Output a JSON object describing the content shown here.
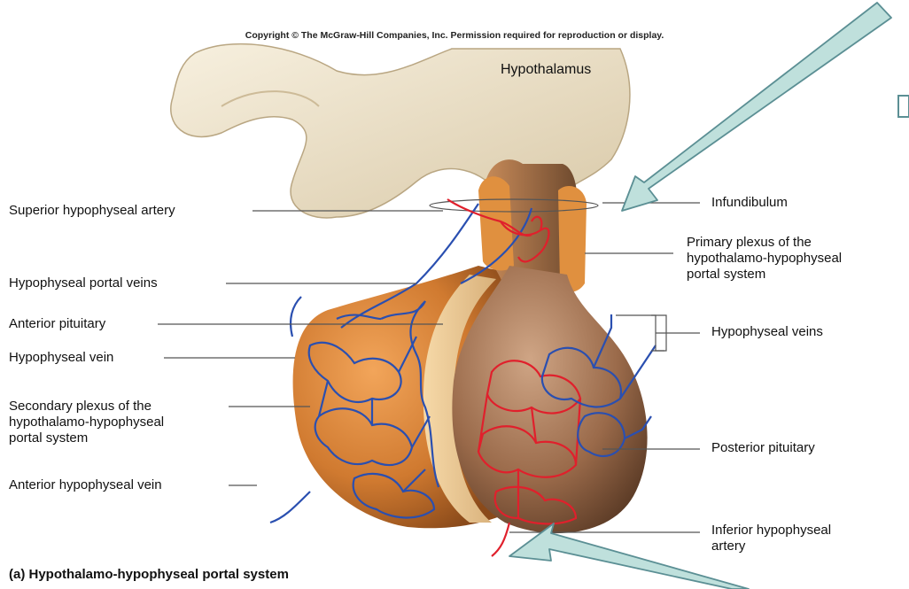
{
  "copyright": "Copyright © The McGraw-Hill Companies, Inc. Permission required for reproduction or display.",
  "caption": "(a) Hypothalamo-hypophyseal portal system",
  "labels": {
    "hypothalamus": "Hypothalamus",
    "infundibulum": "Infundibulum",
    "primary_plexus": "Primary plexus of the\nhypothalamo-hypophyseal\nportal system",
    "hypophyseal_veins": "Hypophyseal veins",
    "posterior_pituitary": "Posterior pituitary",
    "inferior_artery": "Inferior hypophyseal\nartery",
    "superior_artery": "Superior hypophyseal artery",
    "portal_veins": "Hypophyseal portal veins",
    "anterior_pituitary": "Anterior pituitary",
    "hypophyseal_vein": "Hypophyseal vein",
    "secondary_plexus": "Secondary plexus of the\nhypothalamo-hypophyseal\nportal system",
    "anterior_vein": "Anterior hypophyseal vein"
  },
  "colors": {
    "arrow_fill": "#bfe0dc",
    "arrow_stroke": "#5b8f94",
    "artery": "#e0202c",
    "vein": "#2a4fb0",
    "anterior_lobe": "#d07a30",
    "posterior_lobe": "#9a6a4a",
    "hypothalamus": "#f0e6d0"
  }
}
